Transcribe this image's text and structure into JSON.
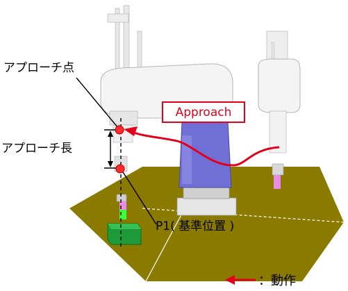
{
  "labels": {
    "approach_point": "アプローチ点",
    "approach_length": "アプローチ長",
    "approach": "Approach",
    "p1": "P1( 基準位置 )"
  },
  "legend": {
    "symbol": "：",
    "text": "動作",
    "label": "：動作"
  },
  "colors": {
    "floor": "#8a7a00",
    "robot_base": "#6f6fd6",
    "robot_arm": "#f2f2f2",
    "motion_arrow": "#e4001b",
    "target_part": "#1f9a3a",
    "approach_marker": "#ff2a2a"
  },
  "icons": [
    "robot-arm-icon",
    "workpiece-icon",
    "motion-arrow-icon"
  ]
}
